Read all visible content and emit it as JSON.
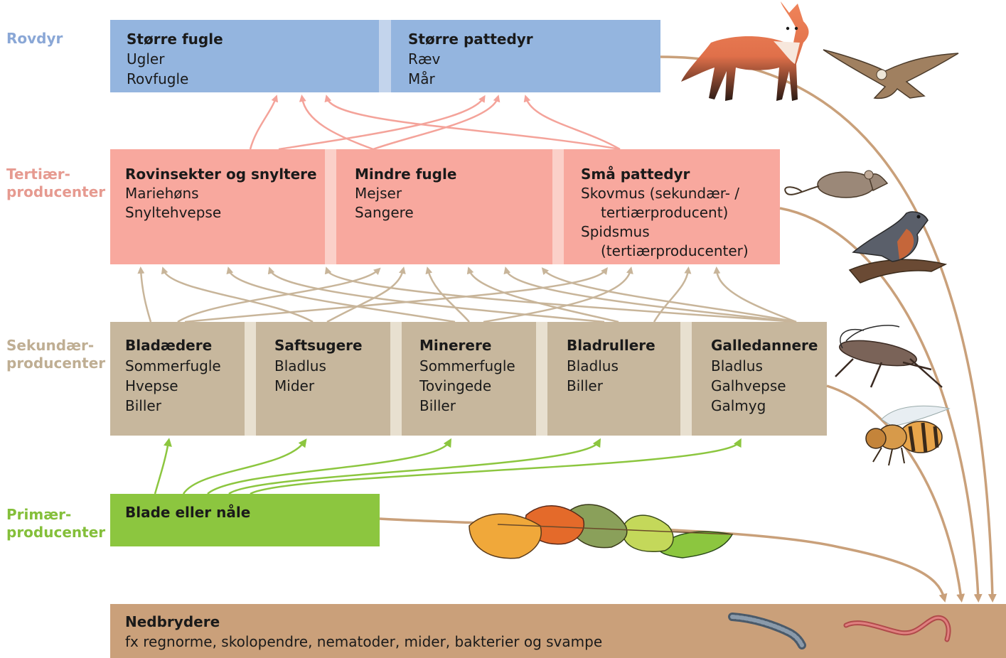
{
  "labels": {
    "rovdyr": "Rovdyr",
    "tertiaer_1": "Tertiær-",
    "tertiaer_2": "producenter",
    "sekundaer_1": "Sekundær-",
    "sekundaer_2": "producenter",
    "primaer_1": "Primær-",
    "primaer_2": "producenter"
  },
  "colors": {
    "rovdyr": "#94b5df",
    "tertiaer": "#f8a89e",
    "sekundaer": "#c7b79d",
    "primaer": "#8cc63f",
    "nedbrydere": "#caa07a",
    "arrow_red": "#f4a39a",
    "arrow_tan": "#c8b59a",
    "arrow_green": "#8cc63f",
    "arrow_brown": "#c9a07a"
  },
  "rovdyr": [
    {
      "title": "Større fugle",
      "lines": [
        "Ugler",
        "Rovfugle"
      ]
    },
    {
      "title": "Større pattedyr",
      "lines": [
        "Ræv",
        "Mår"
      ]
    }
  ],
  "tertiaer": [
    {
      "title": "Rovinsekter og snyltere",
      "lines": [
        "Mariehøns",
        "Snyltehvepse"
      ]
    },
    {
      "title": "Mindre fugle",
      "lines": [
        "Mejser",
        "Sangere"
      ]
    },
    {
      "title": "Små pattedyr",
      "lines": [
        "Skovmus (sekundær- /",
        "tertiærproducent)",
        "Spidsmus",
        "(tertiærproducenter)"
      ]
    }
  ],
  "sekundaer": [
    {
      "title": "Bladædere",
      "lines": [
        "Sommerfugle",
        "Hvepse",
        "Biller"
      ]
    },
    {
      "title": "Saftsugere",
      "lines": [
        "Bladlus",
        "Mider"
      ]
    },
    {
      "title": "Minerere",
      "lines": [
        "Sommerfugle",
        "Tovingede",
        "Biller"
      ]
    },
    {
      "title": "Bladrullere",
      "lines": [
        "Bladlus",
        "Biller"
      ]
    },
    {
      "title": "Galledannere",
      "lines": [
        "Bladlus",
        "Galhvepse",
        "Galmyg"
      ]
    }
  ],
  "primaer": {
    "title": "Blade eller nåle"
  },
  "nedbrydere": {
    "title": "Nedbrydere",
    "text": "fx regnorme, skolopendre, nematoder, mider, bakterier og svampe"
  },
  "illustrations": [
    "fox",
    "bird-of-prey",
    "mouse",
    "songbird",
    "cricket",
    "bee",
    "leaves",
    "millipede",
    "earthworm"
  ]
}
